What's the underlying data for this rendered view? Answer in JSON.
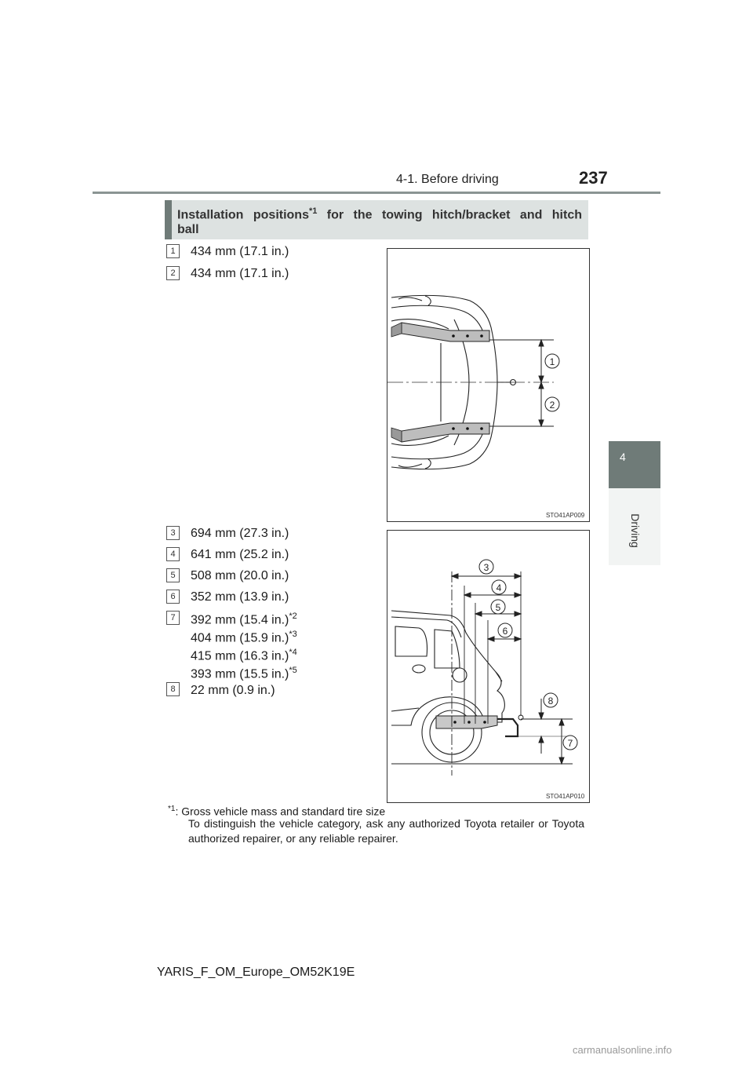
{
  "header": {
    "section": "4-1. Before driving",
    "page_number": "237"
  },
  "side_tab": {
    "chapter_number": "4",
    "chapter_label": "Driving"
  },
  "section": {
    "title_part1": "Installation positions",
    "title_sup": "*1",
    "title_part2": " for the towing hitch/bracket and hitch",
    "title_line2": "ball"
  },
  "group1": {
    "items": [
      {
        "num": "1",
        "text": "434 mm (17.1 in.)"
      },
      {
        "num": "2",
        "text": "434 mm (17.1 in.)"
      }
    ],
    "figure_code": "STO41AP009",
    "callouts": [
      "1",
      "2"
    ]
  },
  "group2": {
    "items": [
      {
        "num": "3",
        "text": "694 mm (27.3 in.)"
      },
      {
        "num": "4",
        "text": "641 mm (25.2 in.)"
      },
      {
        "num": "5",
        "text": "508 mm (20.0 in.)"
      },
      {
        "num": "6",
        "text": "352 mm (13.9 in.)"
      }
    ],
    "item7": {
      "num": "7",
      "lines": [
        {
          "text": "392 mm (15.4 in.)",
          "sup": "*2"
        },
        {
          "text": "404 mm (15.9 in.)",
          "sup": "*3"
        },
        {
          "text": "415 mm (16.3 in.)",
          "sup": "*4"
        },
        {
          "text": "393 mm (15.5 in.)",
          "sup": "*5"
        }
      ]
    },
    "item8": {
      "num": "8",
      "text": "22 mm (0.9 in.)"
    },
    "figure_code": "STO41AP010",
    "callouts": [
      "3",
      "4",
      "5",
      "6",
      "8",
      "7"
    ]
  },
  "footnote": {
    "mark": "*1",
    "title": ": Gross vehicle mass and standard tire size",
    "body": "To distinguish the vehicle category, ask any authorized Toyota retailer or Toyota authorized repairer, or any reliable repairer."
  },
  "footer": {
    "doc_id": "YARIS_F_OM_Europe_OM52K19E"
  },
  "watermark": "carmanualsonline.info"
}
